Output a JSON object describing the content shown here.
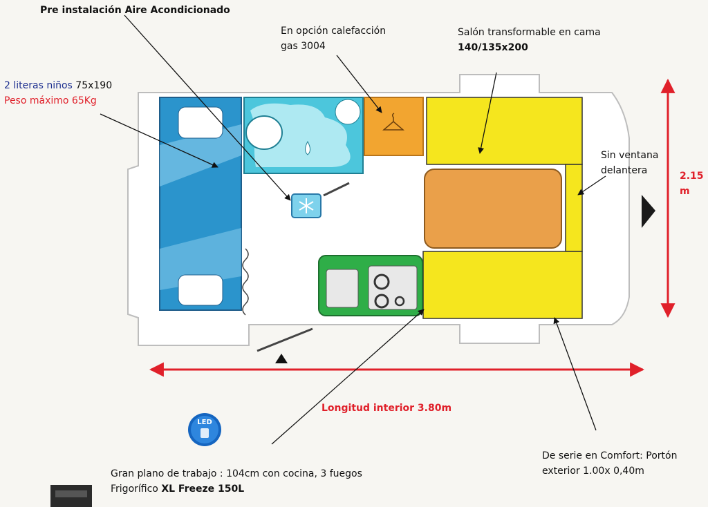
{
  "labels": {
    "aire": "Pre instalación Aire Acondicionado",
    "calefaccion_1": "En opción calefacción",
    "calefaccion_2": "gas 3004",
    "salon_1": "Salón transformable en cama",
    "salon_2": "140/135x200",
    "literas_1": "2 literas niños",
    "literas_size": "75x190",
    "peso": "Peso máximo 65Kg",
    "ventana_1": "Sin ventana",
    "ventana_2": "delantera",
    "altura_1": "2.15",
    "altura_2": "m",
    "longitud": "Longitud interior  3.80m",
    "plano_1": "Gran plano de trabajo : 104cm con cocina, 3 fuegos",
    "plano_2_prefix": "Frigorífico ",
    "plano_2_bold": "XL Freeze 150L",
    "porton_1": "De serie en Comfort: Portón",
    "porton_2": "exterior 1.00x 0,40m",
    "led_badge": "LED"
  },
  "colors": {
    "bunk_blue": "#2b94cc",
    "bath_cyan": "#4cc6dc",
    "wardrobe_orange": "#f2a530",
    "sofa_yellow": "#f5e61e",
    "table_orange": "#eaa04a",
    "kitchen_green": "#2fae48",
    "dimension_red": "#e0202a"
  },
  "icons": [
    "snowflake-icon",
    "led-icon",
    "hanger-icon",
    "drop-icon"
  ]
}
